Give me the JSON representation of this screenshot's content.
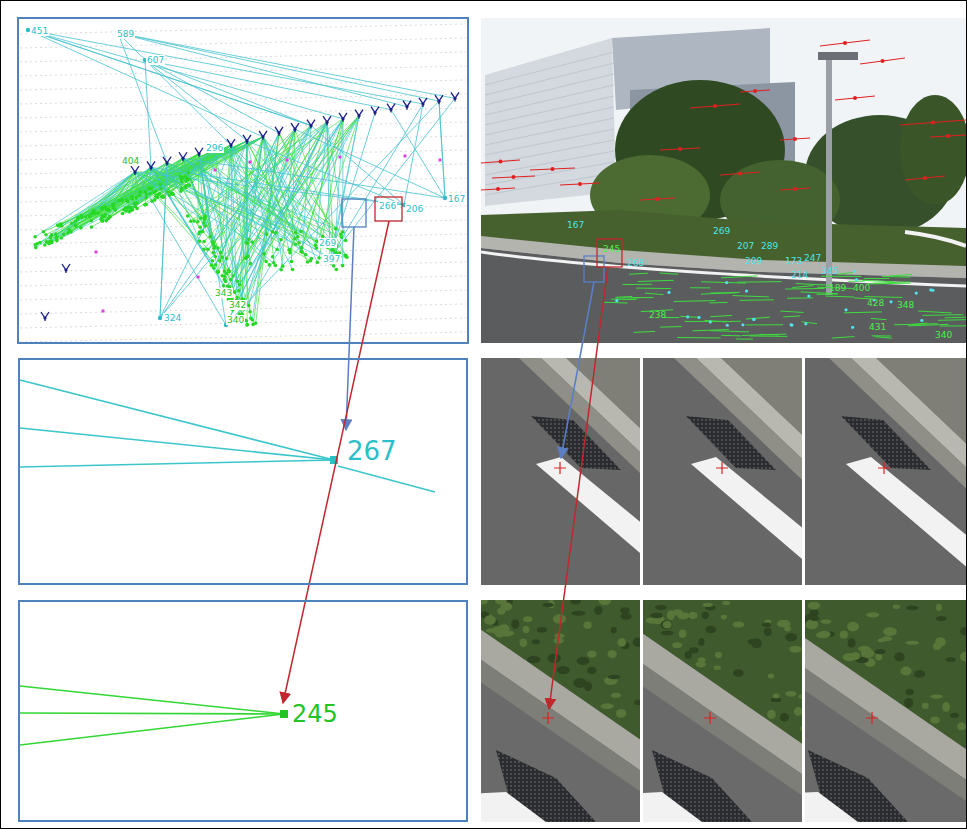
{
  "diagram": {
    "nodes": [
      {
        "text": [
          "267"
        ]
      },
      {
        "text": [
          "245"
        ]
      }
    ],
    "labels": [
      "451",
      "589",
      "607",
      "404",
      "296",
      "167",
      "266",
      "206",
      "397",
      "324",
      "343",
      "342",
      "340",
      "269",
      "167",
      "245",
      "269",
      "207",
      "289",
      "209",
      "173",
      "247",
      "345",
      "214",
      "189",
      "400",
      "428",
      "348",
      "431",
      "238",
      "268",
      "340"
    ]
  }
}
